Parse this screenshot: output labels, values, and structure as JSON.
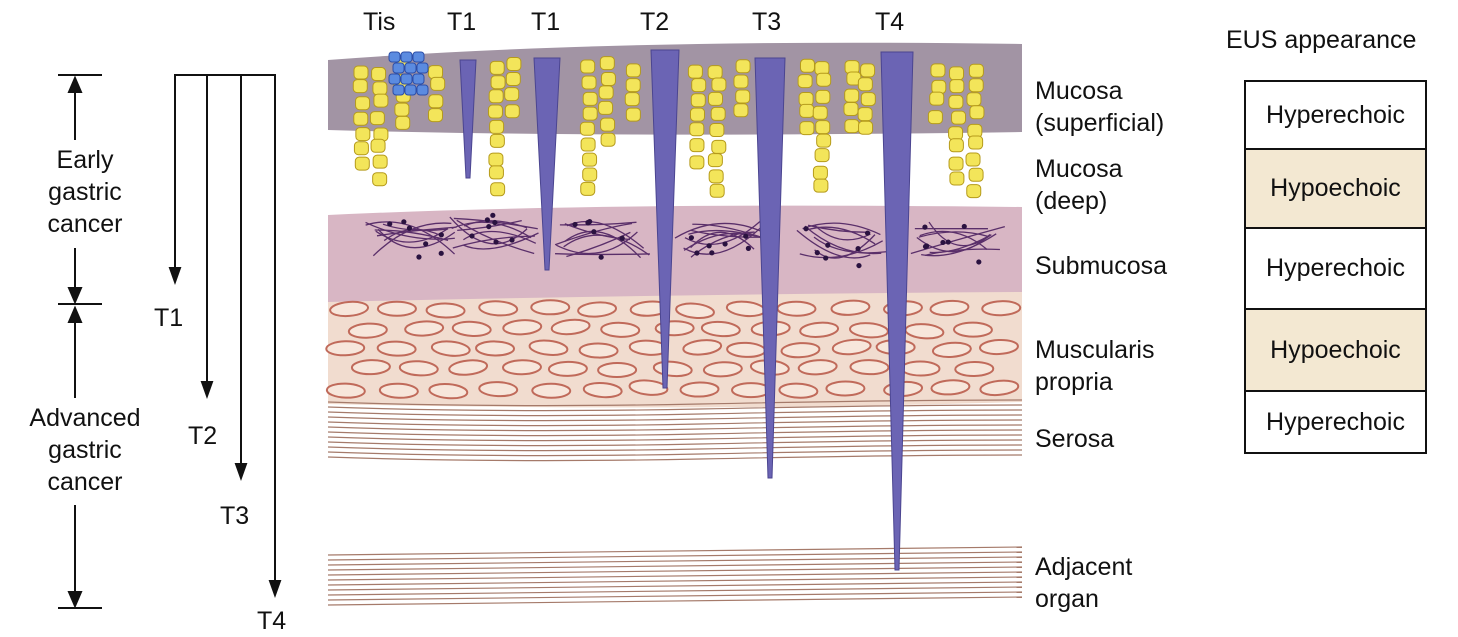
{
  "left_labels": {
    "early": [
      "Early",
      "gastric",
      "cancer"
    ],
    "advanced": [
      "Advanced",
      "gastric",
      "cancer"
    ]
  },
  "stage_arrows": [
    "T1",
    "T2",
    "T3",
    "T4"
  ],
  "invasion_labels": [
    "Tis",
    "T1",
    "T1",
    "T2",
    "T3",
    "T4"
  ],
  "layers": [
    {
      "name": [
        "Mucosa",
        "(superficial)"
      ],
      "eus": "Hyperechoic"
    },
    {
      "name": [
        "Mucosa",
        "(deep)"
      ],
      "eus": "Hypoechoic"
    },
    {
      "name": [
        "Submucosa"
      ],
      "eus": "Hyperechoic"
    },
    {
      "name": [
        "Muscularis",
        "propria"
      ],
      "eus": "Hypoechoic"
    },
    {
      "name": [
        "Serosa"
      ],
      "eus": "Hyperechoic"
    },
    {
      "name": [
        "Adjacent",
        "organ"
      ]
    }
  ],
  "eus_title": "EUS appearance",
  "colors": {
    "mucosa_superficial": "#a294a4",
    "mucosa_deep": "#ffffff",
    "submucosa": "#d8b6c4",
    "muscularis": "#f1dccf",
    "serosa_line": "#a57a6a",
    "tumor": "#6b64b4",
    "tis_cells": "#5b8be0",
    "gland_cells": "#f3e55a",
    "hypoechoic_fill": "#f3e8d2"
  }
}
